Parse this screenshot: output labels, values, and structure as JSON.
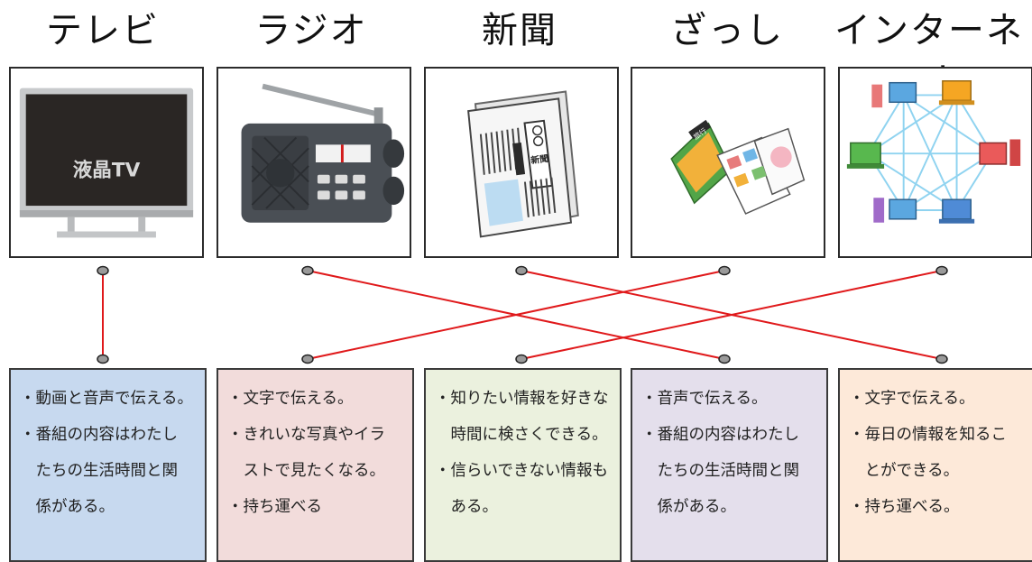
{
  "columns": [
    {
      "title": "テレビ",
      "image": {
        "icon": "tv-icon",
        "screen_label": "液晶TV"
      },
      "color": "#c7d9ef",
      "lines": [
        "・動画と音声で伝える。",
        "・番組の内容はわたし",
        "　たちの生活時間と関",
        "　係がある。"
      ]
    },
    {
      "title": "ラジオ",
      "image": {
        "icon": "radio-icon"
      },
      "color": "#f2dcdb",
      "lines": [
        "・文字で伝える。",
        "・きれいな写真やイラ",
        "　ストで見たくなる。",
        "・持ち運べる"
      ]
    },
    {
      "title": "新聞",
      "image": {
        "icon": "newspaper-icon",
        "masthead": "新聞"
      },
      "color": "#ebf1de",
      "lines": [
        "・知りたい情報を好きな",
        "　時間に検さくできる。",
        "・信らいできない情報も",
        "　ある。"
      ]
    },
    {
      "title": "ざっし",
      "image": {
        "icon": "magazine-icon",
        "cover_label": "旅行"
      },
      "color": "#e4dfec",
      "lines": [
        "・音声で伝える。",
        "・番組の内容はわたし",
        "　たちの生活時間と関",
        "　係がある。"
      ]
    },
    {
      "title": "インターネット",
      "image": {
        "icon": "network-icon"
      },
      "color": "#fde9d9",
      "lines": [
        "・文字で伝える。",
        "・毎日の情報を知るこ",
        "　とができる。",
        "・持ち運べる。"
      ]
    }
  ],
  "connections": [
    {
      "from": 0,
      "to": 0
    },
    {
      "from": 1,
      "to": 3
    },
    {
      "from": 2,
      "to": 4
    },
    {
      "from": 3,
      "to": 1
    },
    {
      "from": 4,
      "to": 2
    }
  ],
  "colors": {
    "line": "#e0191b",
    "dot": "#9a9a9a",
    "border": "#2b2b2b"
  }
}
